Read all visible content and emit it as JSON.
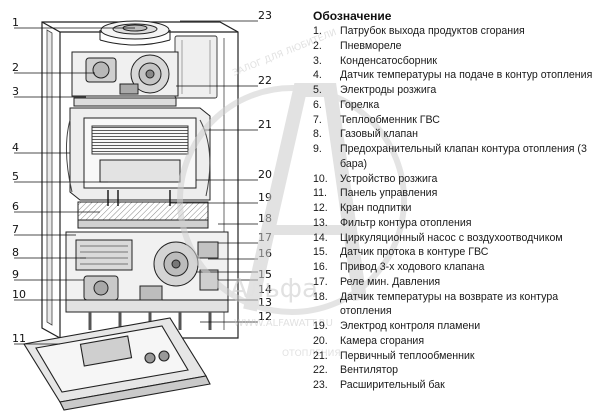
{
  "legend": {
    "title": "Обозначение",
    "items": [
      {
        "num": "1.",
        "text": "Патрубок выхода продуктов сгорания"
      },
      {
        "num": "2.",
        "text": "Пневмореле"
      },
      {
        "num": "3.",
        "text": "Конденсатосборник"
      },
      {
        "num": "4.",
        "text": "Датчик температуры на подаче в контур отопления"
      },
      {
        "num": "5.",
        "text": "Электроды розжига"
      },
      {
        "num": "6.",
        "text": "Горелка"
      },
      {
        "num": "7.",
        "text": "Теплообменник ГВС"
      },
      {
        "num": "8.",
        "text": "Газовый клапан"
      },
      {
        "num": "9.",
        "text": "Предохранительный клапан контура отопления (3 бара)"
      },
      {
        "num": "10.",
        "text": "Устройство розжига"
      },
      {
        "num": "11.",
        "text": "Панель управления"
      },
      {
        "num": "12.",
        "text": "Кран подпитки"
      },
      {
        "num": "13.",
        "text": "Фильтр контура отопления"
      },
      {
        "num": "14.",
        "text": "Циркуляционный насос с воздухоотводчиком"
      },
      {
        "num": "15.",
        "text": "Датчик протока в контуре  ГВС"
      },
      {
        "num": "16.",
        "text": "Привод 3-х ходового клапана"
      },
      {
        "num": "17.",
        "text": "Реле мин. Давления"
      },
      {
        "num": "18.",
        "text": "Датчик температуры на возврате из контура отопления"
      },
      {
        "num": "19.",
        "text": "Электрод контроля пламени"
      },
      {
        "num": "20.",
        "text": "Камера сгорания"
      },
      {
        "num": "21.",
        "text": "Первичный теплообменник"
      },
      {
        "num": "22.",
        "text": "Вентилятор"
      },
      {
        "num": "23.",
        "text": "Расширительный бак"
      }
    ]
  },
  "callouts": {
    "left": [
      "1",
      "2",
      "3",
      "4",
      "5",
      "6",
      "7",
      "8",
      "9",
      "10",
      "11"
    ],
    "right": [
      "23",
      "22",
      "21",
      "20",
      "19",
      "18",
      "17",
      "16",
      "15",
      "14",
      "13",
      "12"
    ]
  },
  "watermark": {
    "brand": "Альфа",
    "site": "WWW.ALFAWATT.RU",
    "arc_top": "ЗАЛОГ ДЛЯ ЛЮБИТЕЛИ",
    "arc_bottom": "ОТОПЛЕНИЯ"
  }
}
